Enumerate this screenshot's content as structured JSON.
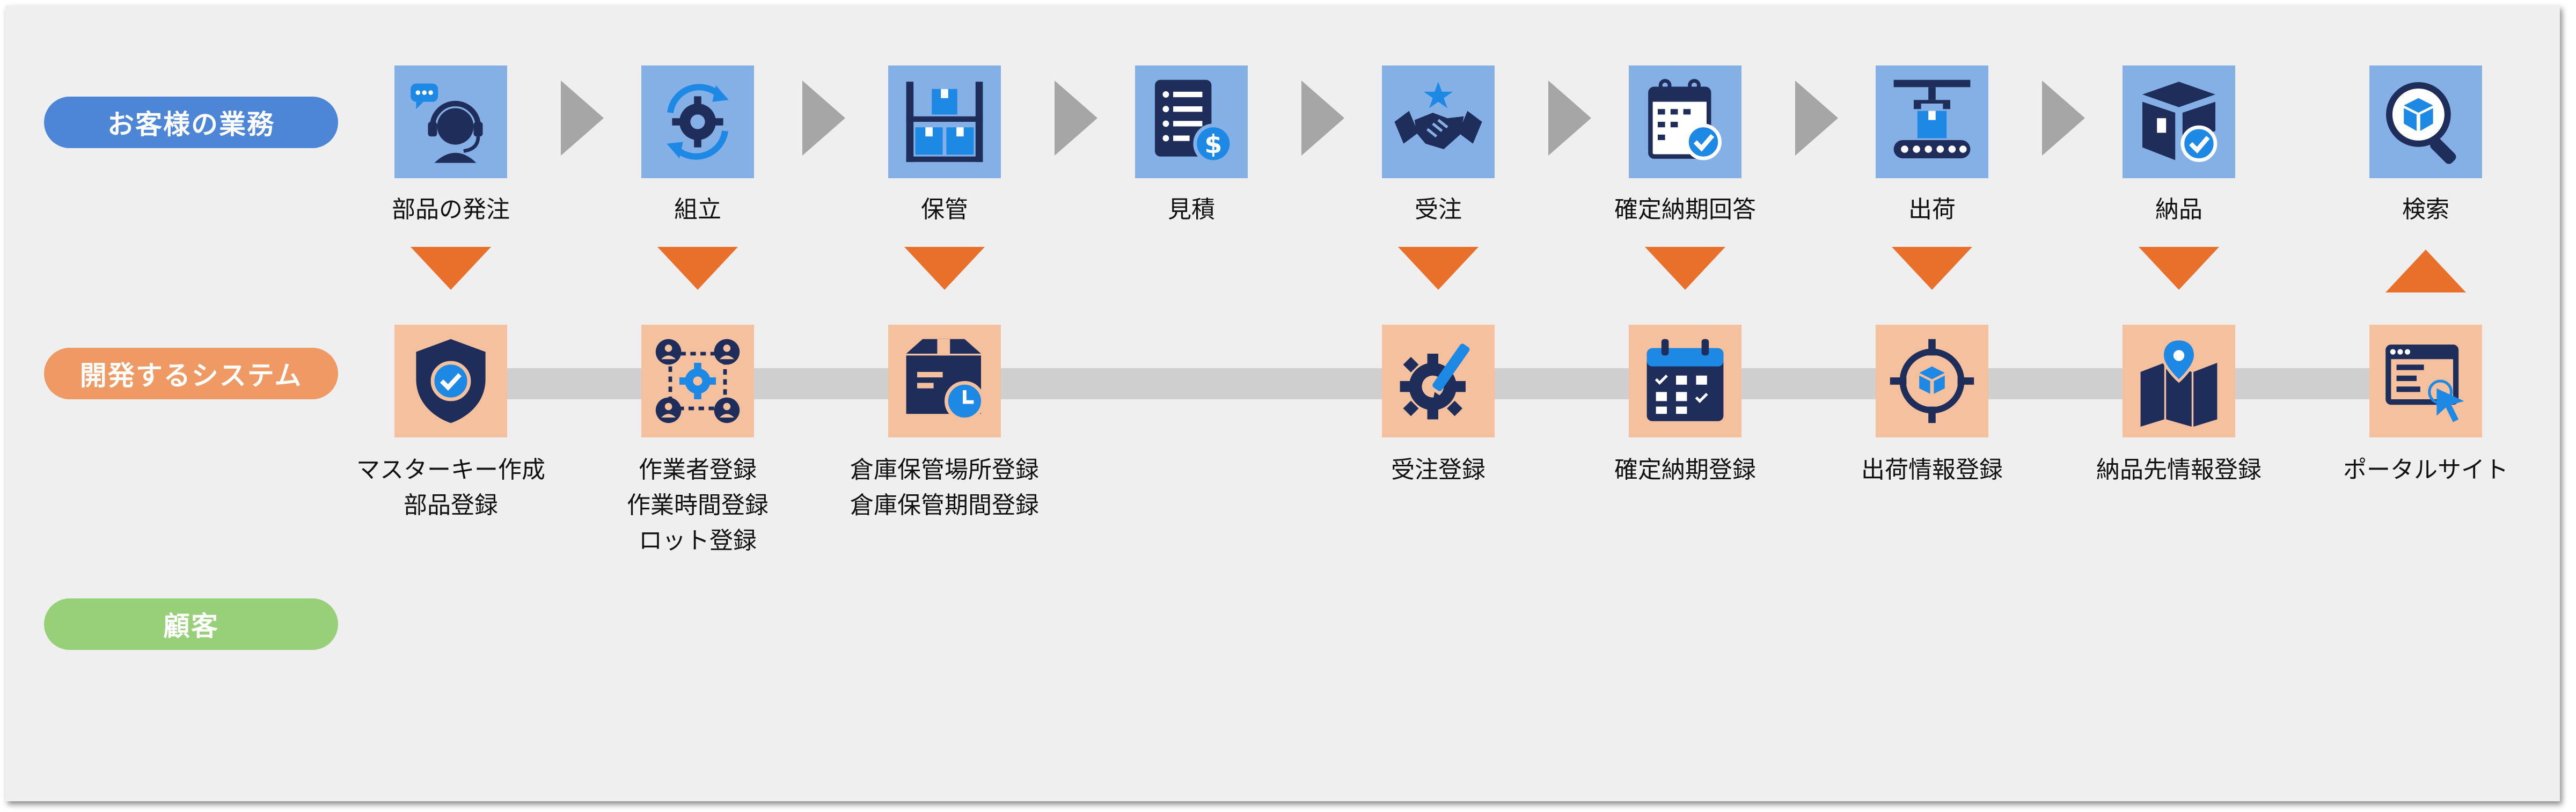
{
  "lanes": {
    "customer_business": "お客様の業務",
    "system_dev": "開発するシステム",
    "customer": "顧客"
  },
  "business_steps": [
    {
      "label": "部品の発注",
      "icon": "headset-operator-icon"
    },
    {
      "label": "組立",
      "icon": "gear-cycle-icon"
    },
    {
      "label": "保管",
      "icon": "warehouse-shelf-icon"
    },
    {
      "label": "見積",
      "icon": "quote-document-icon"
    },
    {
      "label": "受注",
      "icon": "handshake-icon"
    },
    {
      "label": "確定納期回答",
      "icon": "calendar-check-icon"
    },
    {
      "label": "出荷",
      "icon": "conveyor-icon"
    },
    {
      "label": "納品",
      "icon": "box-check-icon"
    },
    {
      "label": "検索",
      "icon": "magnifier-cube-icon"
    }
  ],
  "system_modules": [
    {
      "lines": [
        "マスターキー作成",
        "部品登録"
      ],
      "icon": "shield-check-icon"
    },
    {
      "lines": [
        "作業者登録",
        "作業時間登録",
        "ロット登録"
      ],
      "icon": "team-gear-icon"
    },
    {
      "lines": [
        "倉庫保管場所登録",
        "倉庫保管期間登録"
      ],
      "icon": "box-clock-icon"
    },
    {
      "lines": [
        "受注登録"
      ],
      "icon": "gear-pen-icon"
    },
    {
      "lines": [
        "確定納期登録"
      ],
      "icon": "calendar-grid-icon"
    },
    {
      "lines": [
        "出荷情報登録"
      ],
      "icon": "target-cube-icon"
    },
    {
      "lines": [
        "納品先情報登録"
      ],
      "icon": "map-pin-icon"
    },
    {
      "lines": [
        "ポータルサイト"
      ],
      "icon": "browser-cursor-icon"
    }
  ],
  "arrows": [
    "down",
    "down",
    "down",
    "down",
    "down",
    "down",
    "down",
    "up"
  ],
  "colors": {
    "blue_lane": "#4d86d6",
    "orange_lane": "#ef9a64",
    "green_lane": "#98cf79",
    "arrow": "#e8702a",
    "icon_navy": "#1f2d5a",
    "icon_accent": "#1e88e5"
  }
}
